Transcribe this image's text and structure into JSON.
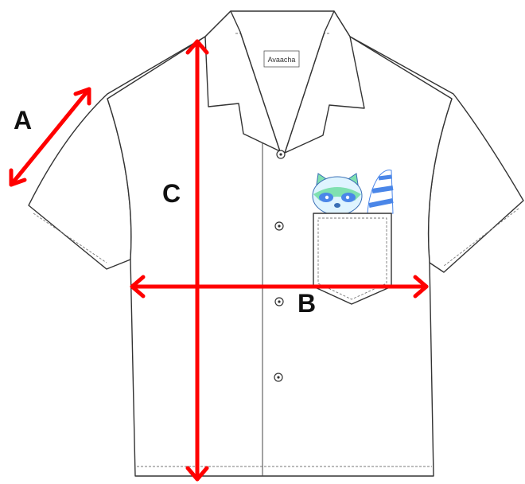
{
  "diagram": {
    "brand_label": "Avaacha",
    "measurements": [
      {
        "id": "A",
        "label": "A"
      },
      {
        "id": "B",
        "label": "B"
      },
      {
        "id": "C",
        "label": "C"
      }
    ],
    "arrow_color": "#ff0000",
    "outline_color": "#333333",
    "mascot_colors": {
      "green": "#7fe0b0",
      "blue": "#4a86e8",
      "light": "#dff4ff"
    }
  }
}
